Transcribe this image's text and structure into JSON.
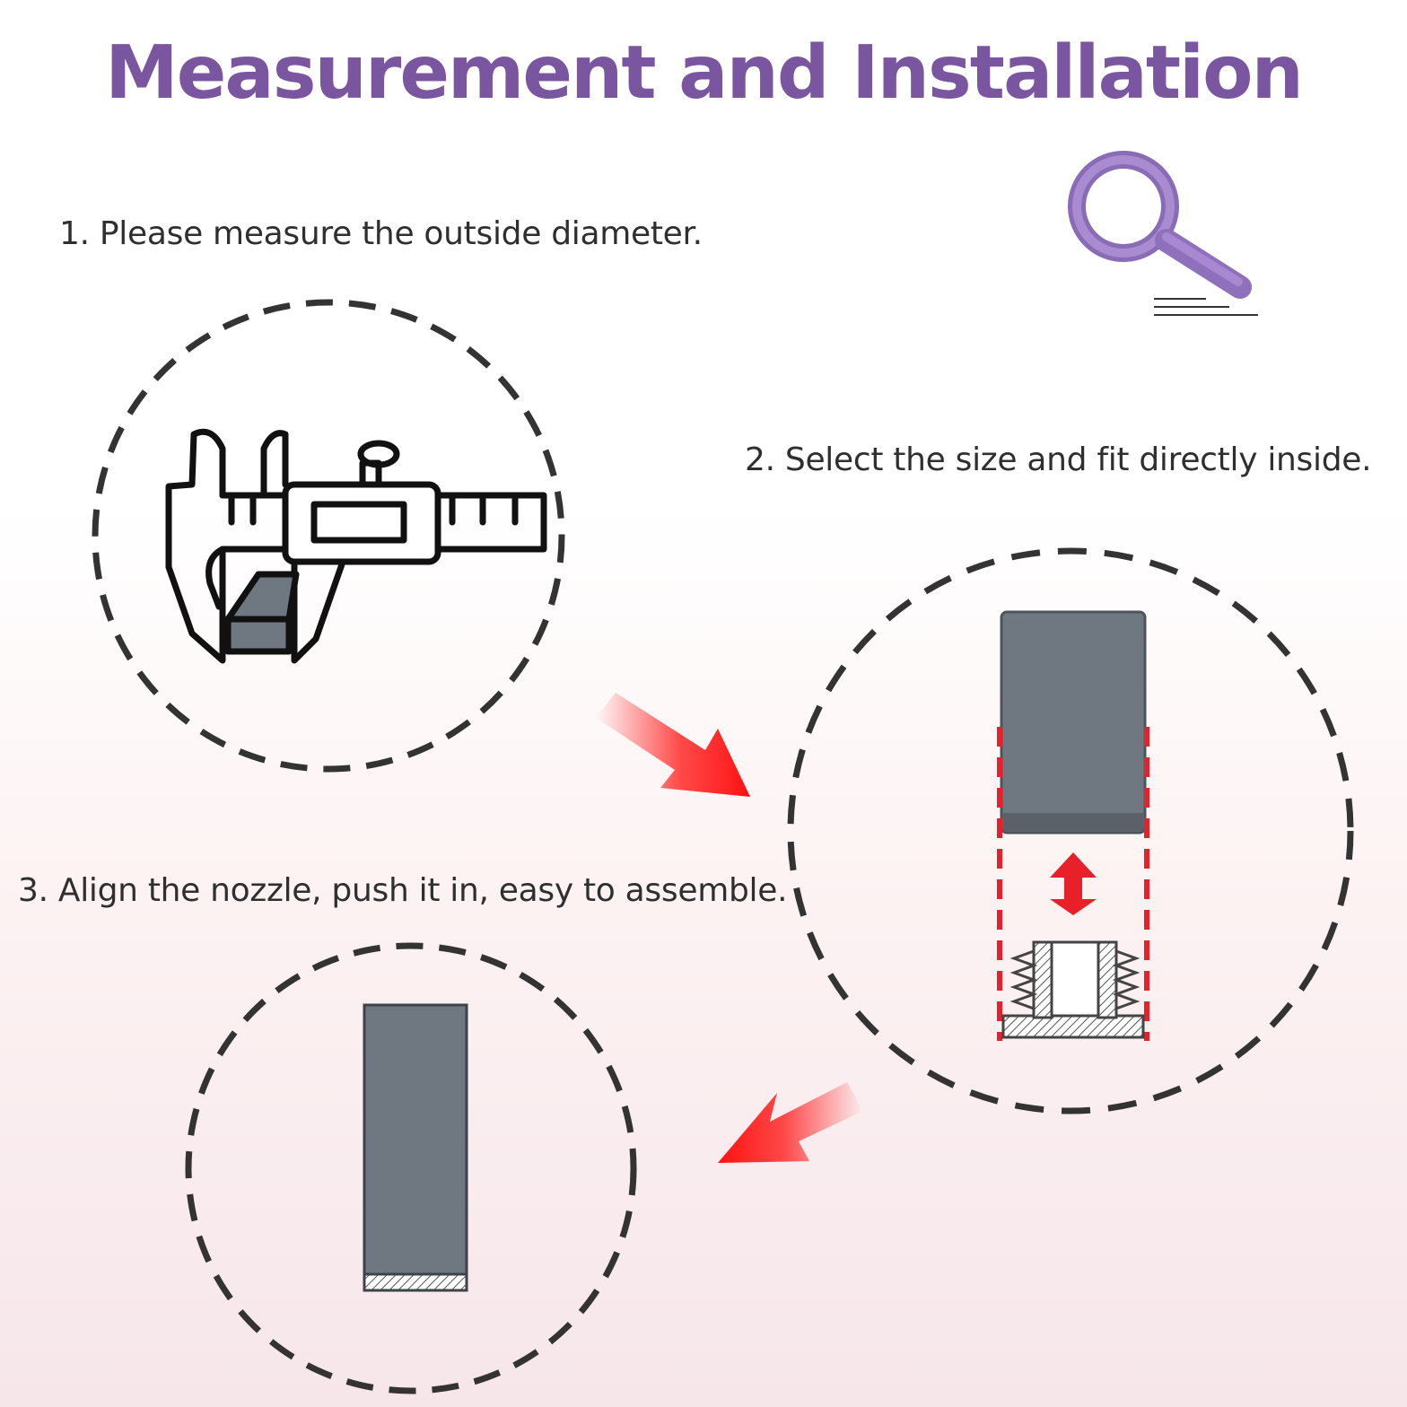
{
  "title": "Measurement and Installation",
  "steps": [
    {
      "text": "1. Please measure the outside diameter."
    },
    {
      "text": "2. Select the size and fit directly inside."
    },
    {
      "text": "3. Align the nozzle, push it in, easy to assemble."
    }
  ],
  "icons": [
    "magnifier-icon",
    "caliper-icon",
    "arrow-icon",
    "double-arrow-icon",
    "plug-icon",
    "tube-icon"
  ],
  "colors": {
    "title": "#7b56a0",
    "magnifier": "#9a7cc4",
    "arrow": "#ff1a1a",
    "tube": "#6f7780",
    "guide": "#e8202a",
    "dash": "#333333"
  }
}
